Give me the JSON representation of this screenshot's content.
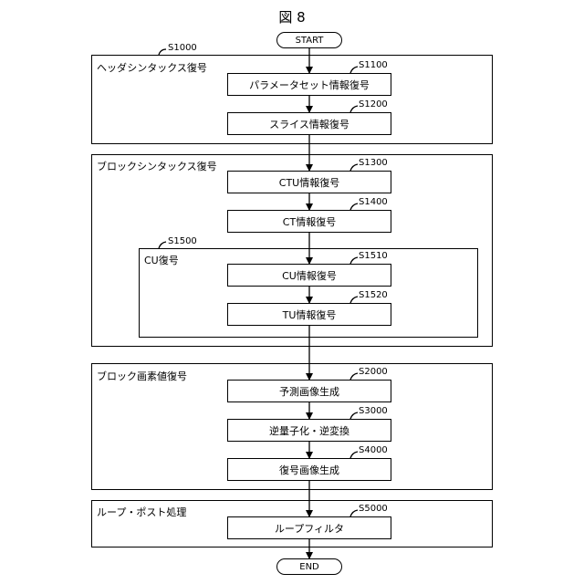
{
  "figure_title": "図 8",
  "start_label": "START",
  "end_label": "END",
  "groups": [
    {
      "id": "S1000",
      "label": "ヘッダシンタックス復号"
    },
    {
      "id": "",
      "label": "ブロックシンタックス復号"
    },
    {
      "id": "S1500",
      "label": "CU復号"
    },
    {
      "id": "",
      "label": "ブロック画素値復号"
    },
    {
      "id": "",
      "label": "ループ・ポスト処理"
    }
  ],
  "steps": [
    {
      "id": "S1100",
      "label": "パラメータセット情報復号"
    },
    {
      "id": "S1200",
      "label": "スライス情報復号"
    },
    {
      "id": "S1300",
      "label": "CTU情報復号"
    },
    {
      "id": "S1400",
      "label": "CT情報復号"
    },
    {
      "id": "S1510",
      "label": "CU情報復号"
    },
    {
      "id": "S1520",
      "label": "TU情報復号"
    },
    {
      "id": "S2000",
      "label": "予測画像生成"
    },
    {
      "id": "S3000",
      "label": "逆量子化・逆変換"
    },
    {
      "id": "S4000",
      "label": "復号画像生成"
    },
    {
      "id": "S5000",
      "label": "ループフィルタ"
    }
  ]
}
